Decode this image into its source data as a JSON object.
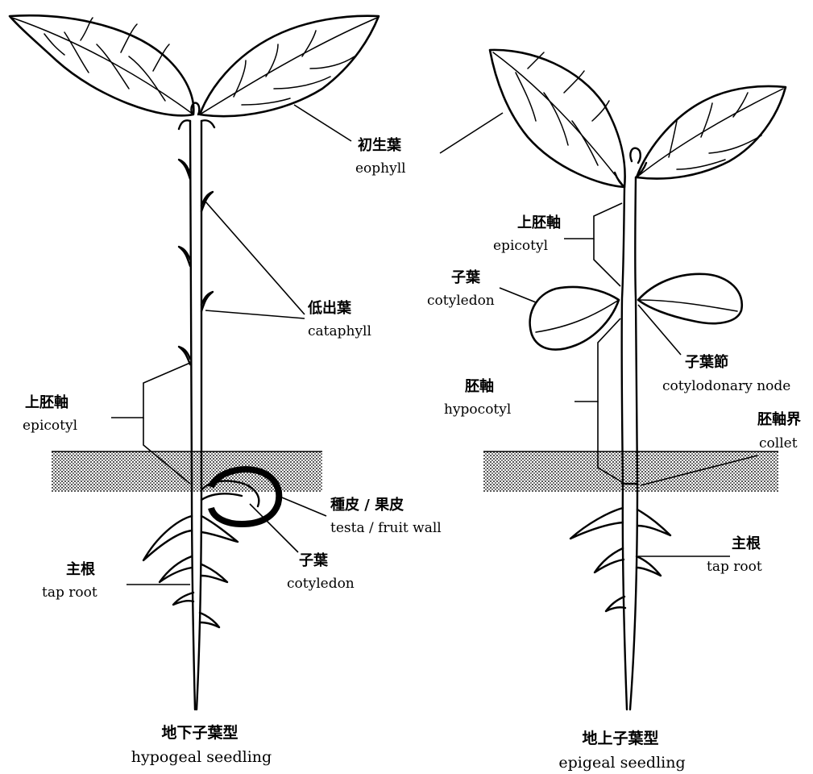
{
  "hypogeal": {
    "caption_jp": "地下子葉型",
    "caption_en": "hypogeal seedling",
    "labels": {
      "eophyll_jp": "初生葉",
      "eophyll_en": "eophyll",
      "cataphyll_jp": "低出葉",
      "cataphyll_en": "cataphyll",
      "epicotyl_jp": "上胚軸",
      "epicotyl_en": "epicotyl",
      "testa_jp": "種皮 / 果皮",
      "testa_en": "testa / fruit wall",
      "cotyledon_jp": "子葉",
      "cotyledon_en": "cotyledon",
      "taproot_jp": "主根",
      "taproot_en": "tap root"
    }
  },
  "epigeal": {
    "caption_jp": "地上子葉型",
    "caption_en": "epigeal seedling",
    "labels": {
      "epicotyl_jp": "上胚軸",
      "epicotyl_en": "epicotyl",
      "cotyledon_jp": "子葉",
      "cotyledon_en": "cotyledon",
      "node_jp": "子葉節",
      "node_en": "cotylodonary node",
      "hypocotyl_jp": "胚軸",
      "hypocotyl_en": "hypocotyl",
      "collet_jp": "胚軸界",
      "collet_en": "collet",
      "taproot_jp": "主根",
      "taproot_en": "tap root"
    }
  }
}
